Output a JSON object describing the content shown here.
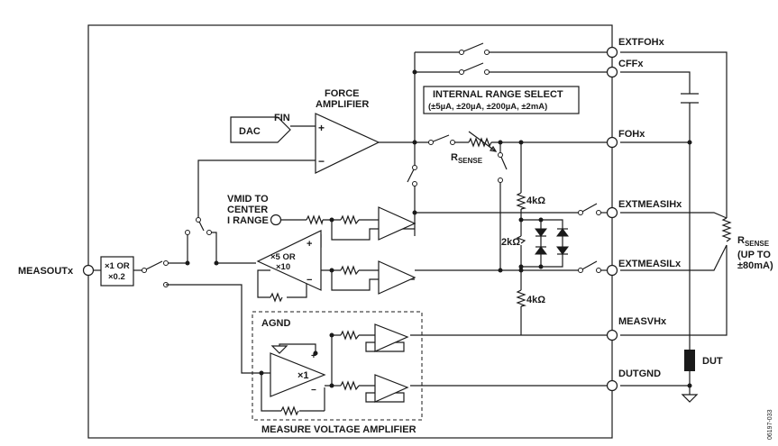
{
  "labels": {
    "force_amplifier_1": "FORCE",
    "force_amplifier_2": "AMPLIFIER",
    "dac": "DAC",
    "fin": "FIN",
    "range_select_1": "INTERNAL RANGE SELECT",
    "range_select_2": "(±5µA, ±20µA, ±200µA, ±2mA)",
    "rsense_main": "R",
    "rsense_sub": "SENSE",
    "vmid_1": "VMID TO",
    "vmid_2": "CENTER",
    "vmid_3": "I RANGE",
    "gain_x1_or_1": "×1 OR",
    "gain_x1_or_2": "×0.2",
    "gain_x5_1": "×5 OR",
    "gain_x5_2": "×10",
    "gain_x1": "×1",
    "res_4k_top": "4kΩ",
    "res_2k": "2kΩ",
    "res_4k_bottom": "4kΩ",
    "agnd": "AGND",
    "mva": "MEASURE VOLTAGE AMPLIFIER",
    "dut": "DUT",
    "ext_rsense_main": "R",
    "ext_rsense_sub": "SENSE",
    "ext_rsense_2": "(UP TO",
    "ext_rsense_3": "±80mA)",
    "fig_id": "06197-033",
    "plus": "+",
    "minus": "−"
  },
  "pins": {
    "measoutx": "MEASOUTx",
    "extfohx": "EXTFOHx",
    "cffx": "CFFx",
    "fohx": "FOHx",
    "extmeasihx": "EXTMEASIHx",
    "extmeasilx": "EXTMEASILx",
    "measvhx": "MEASVHx",
    "dutgnd": "DUTGND"
  }
}
